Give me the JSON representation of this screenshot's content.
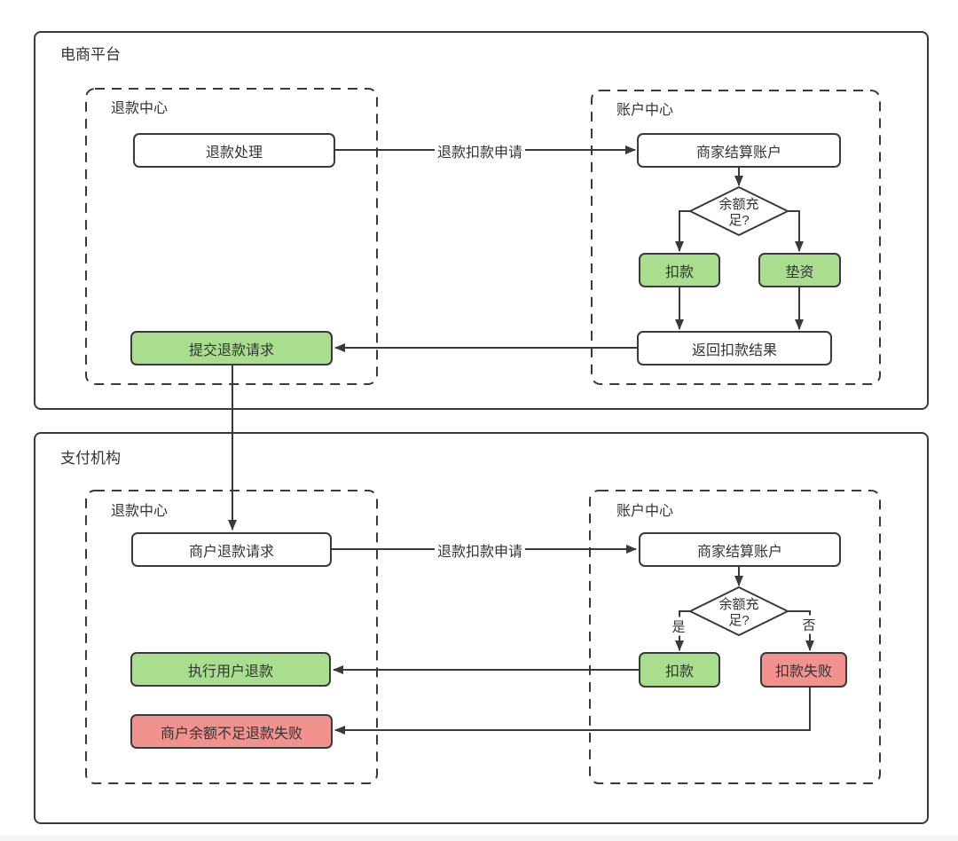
{
  "colors": {
    "line": "#3a3a3a",
    "node_border": "#3a3a3a",
    "green_fill": "#a8de8d",
    "red_fill": "#f2928f",
    "text": "#333333",
    "canvas_bg": "#ffffff"
  },
  "platform": {
    "title": "电商平台",
    "refund_center": {
      "title": "退款中心",
      "refund_process": "退款处理",
      "submit_refund": "提交退款请求"
    },
    "account_center": {
      "title": "账户中心",
      "merchant_account": "商家结算账户",
      "balance_question": "余额充足?",
      "deduct": "扣款",
      "advance": "垫资",
      "return_result": "返回扣款结果"
    },
    "request_label": "退款扣款申请"
  },
  "payment": {
    "title": "支付机构",
    "refund_center": {
      "title": "退款中心",
      "merchant_refund_request": "商户退款请求",
      "execute_refund": "执行用户退款",
      "insufficient_refund_fail": "商户余额不足退款失败"
    },
    "account_center": {
      "title": "账户中心",
      "merchant_account": "商家结算账户",
      "balance_question": "余额充足?",
      "deduct": "扣款",
      "deduct_fail": "扣款失败",
      "yes": "是",
      "no": "否"
    },
    "request_label": "退款扣款申请"
  }
}
